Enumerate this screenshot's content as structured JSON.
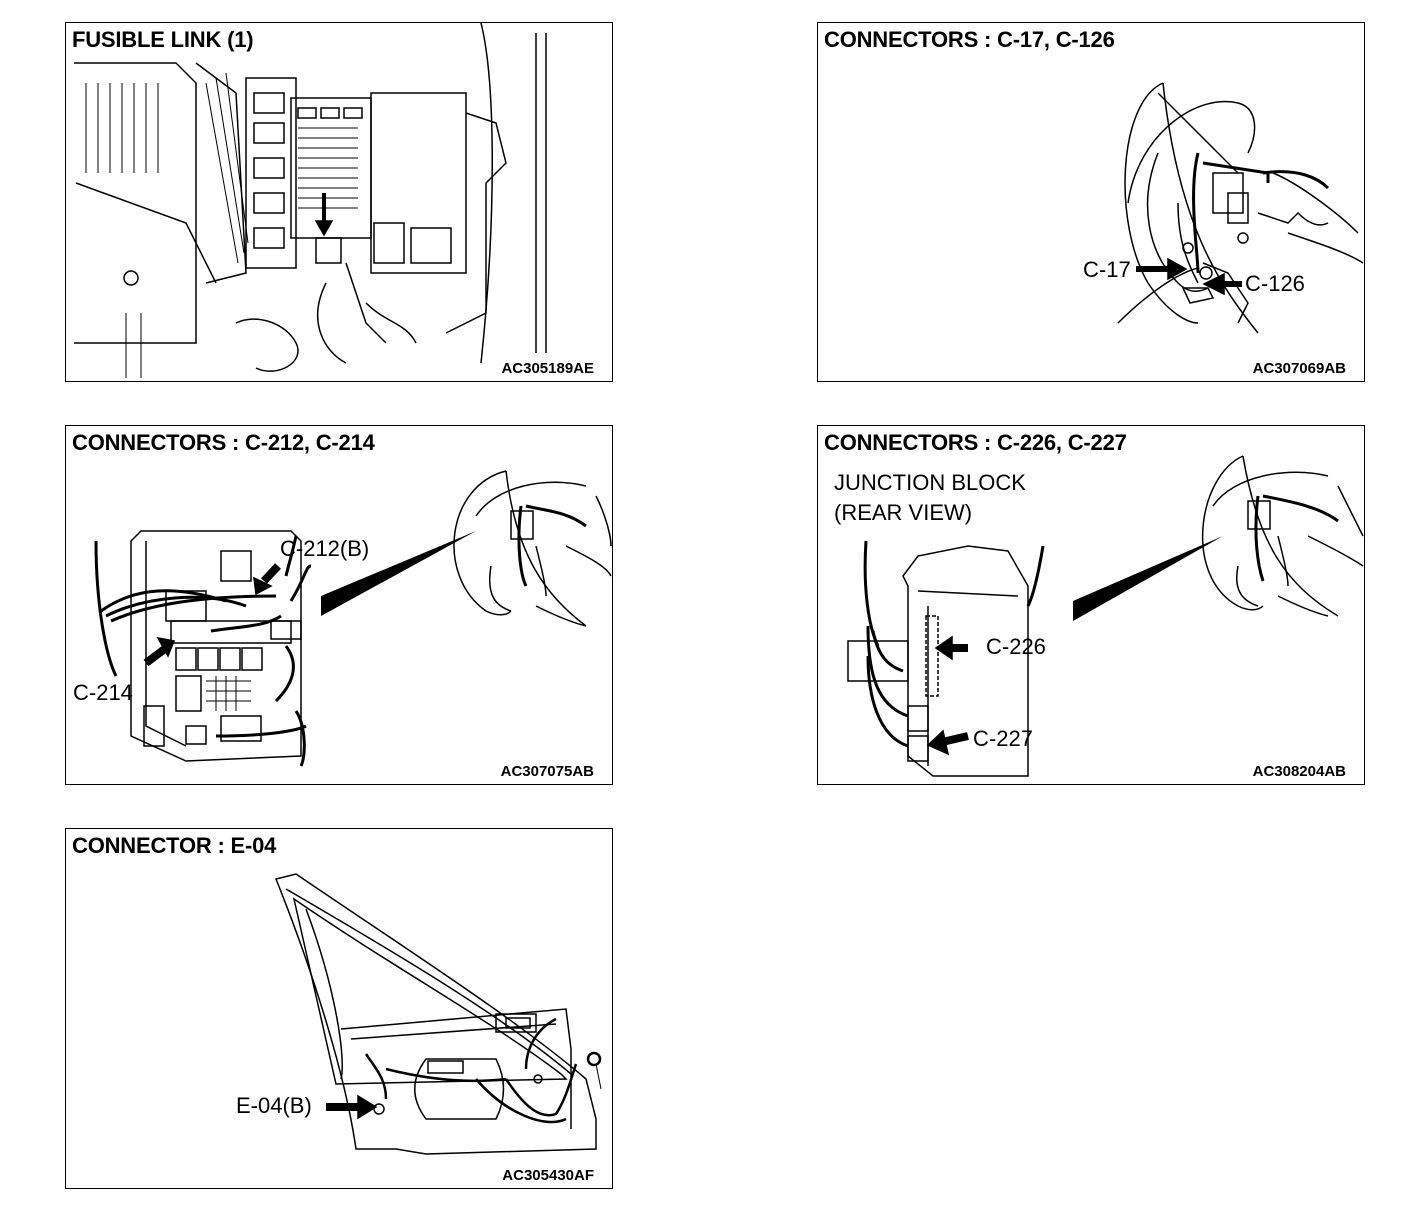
{
  "panels": {
    "fusible_link": {
      "title": "FUSIBLE LINK (1)",
      "code": "AC305189AE"
    },
    "c17_c126": {
      "title": "CONNECTORS : C-17, C-126",
      "code": "AC307069AB",
      "labels": {
        "c17": "C-17",
        "c126": "C-126"
      }
    },
    "c212_c214": {
      "title": "CONNECTORS : C-212, C-214",
      "code": "AC307075AB",
      "labels": {
        "c212": "C-212(B)",
        "c214": "C-214"
      }
    },
    "c226_c227": {
      "title": "CONNECTORS : C-226, C-227",
      "code": "AC308204AB",
      "labels": {
        "junction_line1": "JUNCTION BLOCK",
        "junction_line2": "(REAR VIEW)",
        "c226": "C-226",
        "c227": "C-227"
      }
    },
    "e04": {
      "title": "CONNECTOR : E-04",
      "code": "AC305430AF",
      "labels": {
        "e04": "E-04(B)"
      }
    }
  }
}
